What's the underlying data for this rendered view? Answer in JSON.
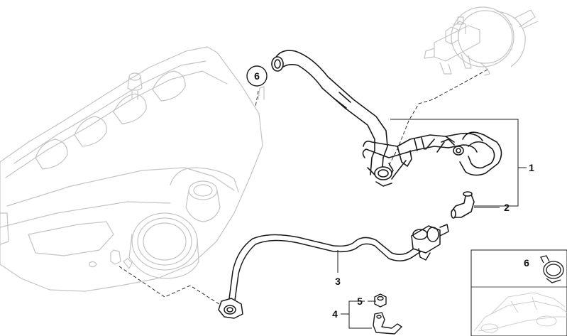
{
  "callouts": {
    "p1": "1",
    "p2": "2",
    "p3": "3",
    "p4": "4",
    "p5": "5",
    "p6_circled": "6",
    "p6_inset": "6"
  },
  "colors": {
    "line": "#1a1a1a",
    "ghost": "#c9c9c9",
    "paper": "#ffffff"
  },
  "icons": {
    "engine_cover": "intake-manifold-cover-drawing",
    "brake_booster": "brake-booster-master-cylinder-drawing",
    "vacuum_hose": "vacuum-hose-assembly-drawing",
    "hose_clamp": "hose-clamp-drawing",
    "car_thumbnail": "car-silhouette-thumbnail"
  }
}
